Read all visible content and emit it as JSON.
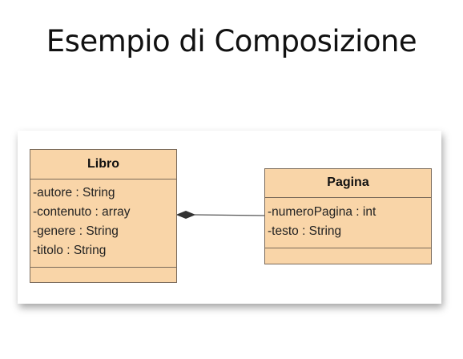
{
  "title": "Esempio di Composizione",
  "classes": [
    {
      "name": "Libro",
      "attributes": [
        "-autore : String",
        "-contenuto : array",
        "-genere : String",
        "-titolo : String"
      ]
    },
    {
      "name": "Pagina",
      "attributes": [
        "-numeroPagina : int",
        "-testo : String"
      ]
    }
  ],
  "relationship": {
    "type": "composition",
    "whole": "Libro",
    "part": "Pagina"
  },
  "colors": {
    "class_fill": "#f9d5a8",
    "class_border": "#7a6a5a",
    "line": "#555555"
  }
}
